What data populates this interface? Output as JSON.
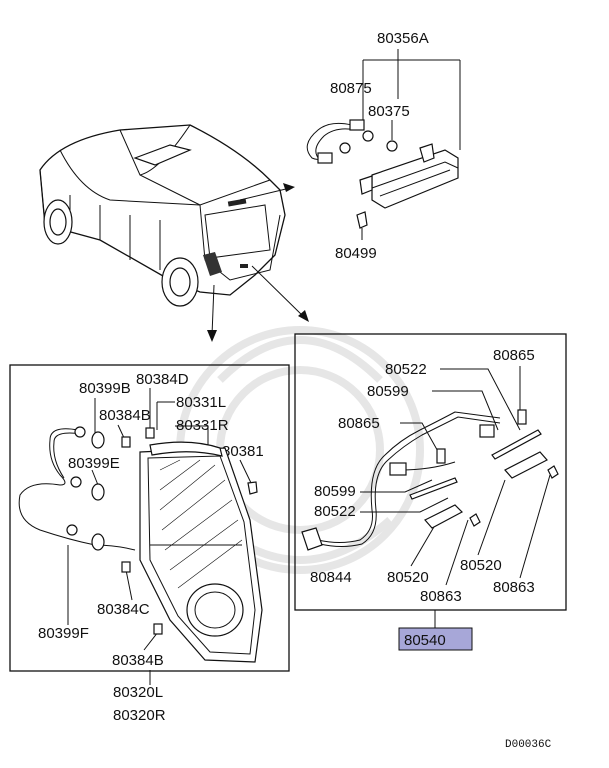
{
  "diagram": {
    "labels": {
      "p80356A": "80356A",
      "p80875": "80875",
      "p80375": "80375",
      "p80499": "80499",
      "p80522_top": "80522",
      "p80865_top": "80865",
      "p80599_top": "80599",
      "p80865_mid": "80865",
      "p80599_mid": "80599",
      "p80522_mid": "80522",
      "p80844": "80844",
      "p80520_left": "80520",
      "p80520_right": "80520",
      "p80863_left": "80863",
      "p80863_right": "80863",
      "p80540": "80540",
      "p80399B": "80399B",
      "p80384D": "80384D",
      "p80384B_top": "80384B",
      "p80331L": "80331L",
      "p80331R": "80331R",
      "p80381": "80381",
      "p80399E": "80399E",
      "p80384C": "80384C",
      "p80399F": "80399F",
      "p80384B_bottom": "80384B",
      "p80320L": "80320L",
      "p80320R": "80320R"
    },
    "diagram_code": "D00036C",
    "highlight_color": "#a7a7d8"
  }
}
